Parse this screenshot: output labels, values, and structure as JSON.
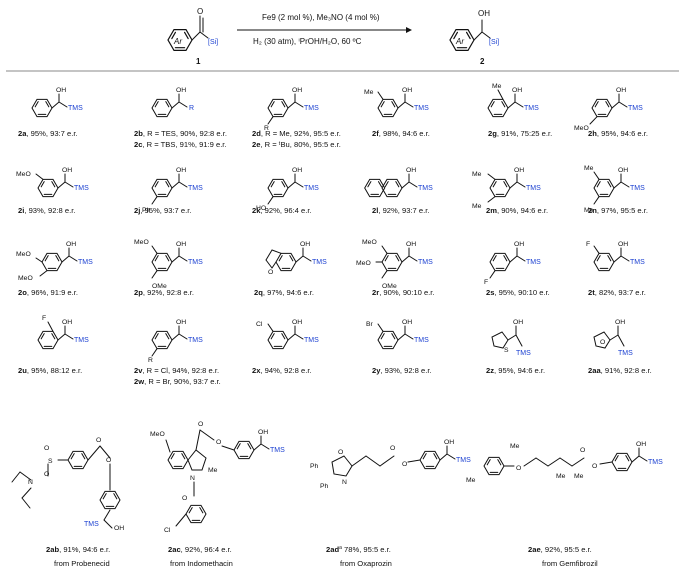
{
  "reaction": {
    "reagents_line1": "Fe9 (2 mol %), Me₃NO (4 mol %)",
    "reagents_line2": "H₂ (30 atm), ⁱPrOH/H₂O, 60 ºC",
    "sm_label": "1",
    "prod_label": "2",
    "ar": "Ar",
    "si": "[Si]",
    "oh": "OH",
    "o": "O"
  },
  "labels": {
    "tms": "TMS",
    "oh": "OH",
    "r": "R",
    "me": "Me",
    "ome": "MeO",
    "ome_r": "OMe",
    "ph": "Ph",
    "ho": "HO",
    "f": "F",
    "cl": "Cl",
    "br": "Br",
    "s": "S",
    "o": "O",
    "n": "N",
    "nn": "N",
    "me2": "Me"
  },
  "products": [
    {
      "id": "2a",
      "text": ", 95%, 93:7 e.r."
    },
    {
      "id": "2b",
      "text": ", R = TES, 90%, 92:8 e.r."
    },
    {
      "id": "2c",
      "text": ", R = TBS, 91%, 91:9 e.r."
    },
    {
      "id": "2d",
      "text": ", R = Me, 92%, 95:5 e.r."
    },
    {
      "id": "2e",
      "text": ", R = ᵗBu, 80%, 95:5 e.r."
    },
    {
      "id": "2f",
      "text": ", 98%, 94:6 e.r."
    },
    {
      "id": "2g",
      "text": ", 91%, 75:25 e.r."
    },
    {
      "id": "2h",
      "text": ", 95%, 94:6 e.r."
    },
    {
      "id": "2i",
      "text": ", 93%, 92:8 e.r."
    },
    {
      "id": "2j",
      "text": ", 95%, 93:7 e.r."
    },
    {
      "id": "2k",
      "text": ", 92%, 96:4 e.r."
    },
    {
      "id": "2l",
      "text": ", 92%, 93:7 e.r."
    },
    {
      "id": "2m",
      "text": ", 90%, 94:6 e.r."
    },
    {
      "id": "2n",
      "text": ", 97%, 95:5 e.r."
    },
    {
      "id": "2o",
      "text": ", 96%, 91:9 e.r."
    },
    {
      "id": "2p",
      "text": ", 92%, 92:8 e.r."
    },
    {
      "id": "2q",
      "text": ", 97%, 94:6 e.r."
    },
    {
      "id": "2r",
      "text": ", 90%, 90:10 e.r."
    },
    {
      "id": "2s",
      "text": ", 95%, 90:10 e.r."
    },
    {
      "id": "2t",
      "text": ", 82%, 93:7 e.r."
    },
    {
      "id": "2u",
      "text": ", 95%, 88:12 e.r."
    },
    {
      "id": "2v",
      "text": ", R = Cl, 94%, 92:8 e.r."
    },
    {
      "id": "2w",
      "text": ", R = Br,  90%, 93:7 e.r."
    },
    {
      "id": "2x",
      "text": ", 94%, 92:8 e.r."
    },
    {
      "id": "2y",
      "text": ", 93%, 92:8 e.r."
    },
    {
      "id": "2z",
      "text": ", 95%, 94:6 e.r."
    },
    {
      "id": "2aa",
      "text": ", 91%, 92:8 e.r."
    },
    {
      "id": "2ab",
      "text": ", 91%, 94:6 e.r."
    },
    {
      "id": "2ac",
      "text": ", 92%, 96:4 e.r."
    },
    {
      "id": "2ad",
      "text": "78%, 95:5 e.r.",
      "sup": "a"
    },
    {
      "id": "2ae",
      "text": ", 92%, 95:5 e.r."
    }
  ],
  "drug_sources": {
    "2ab": "from Probenecid",
    "2ac": "from Indomethacin",
    "2ad": "from Oxaprozin",
    "2ae": "from Gemfibrozil"
  }
}
